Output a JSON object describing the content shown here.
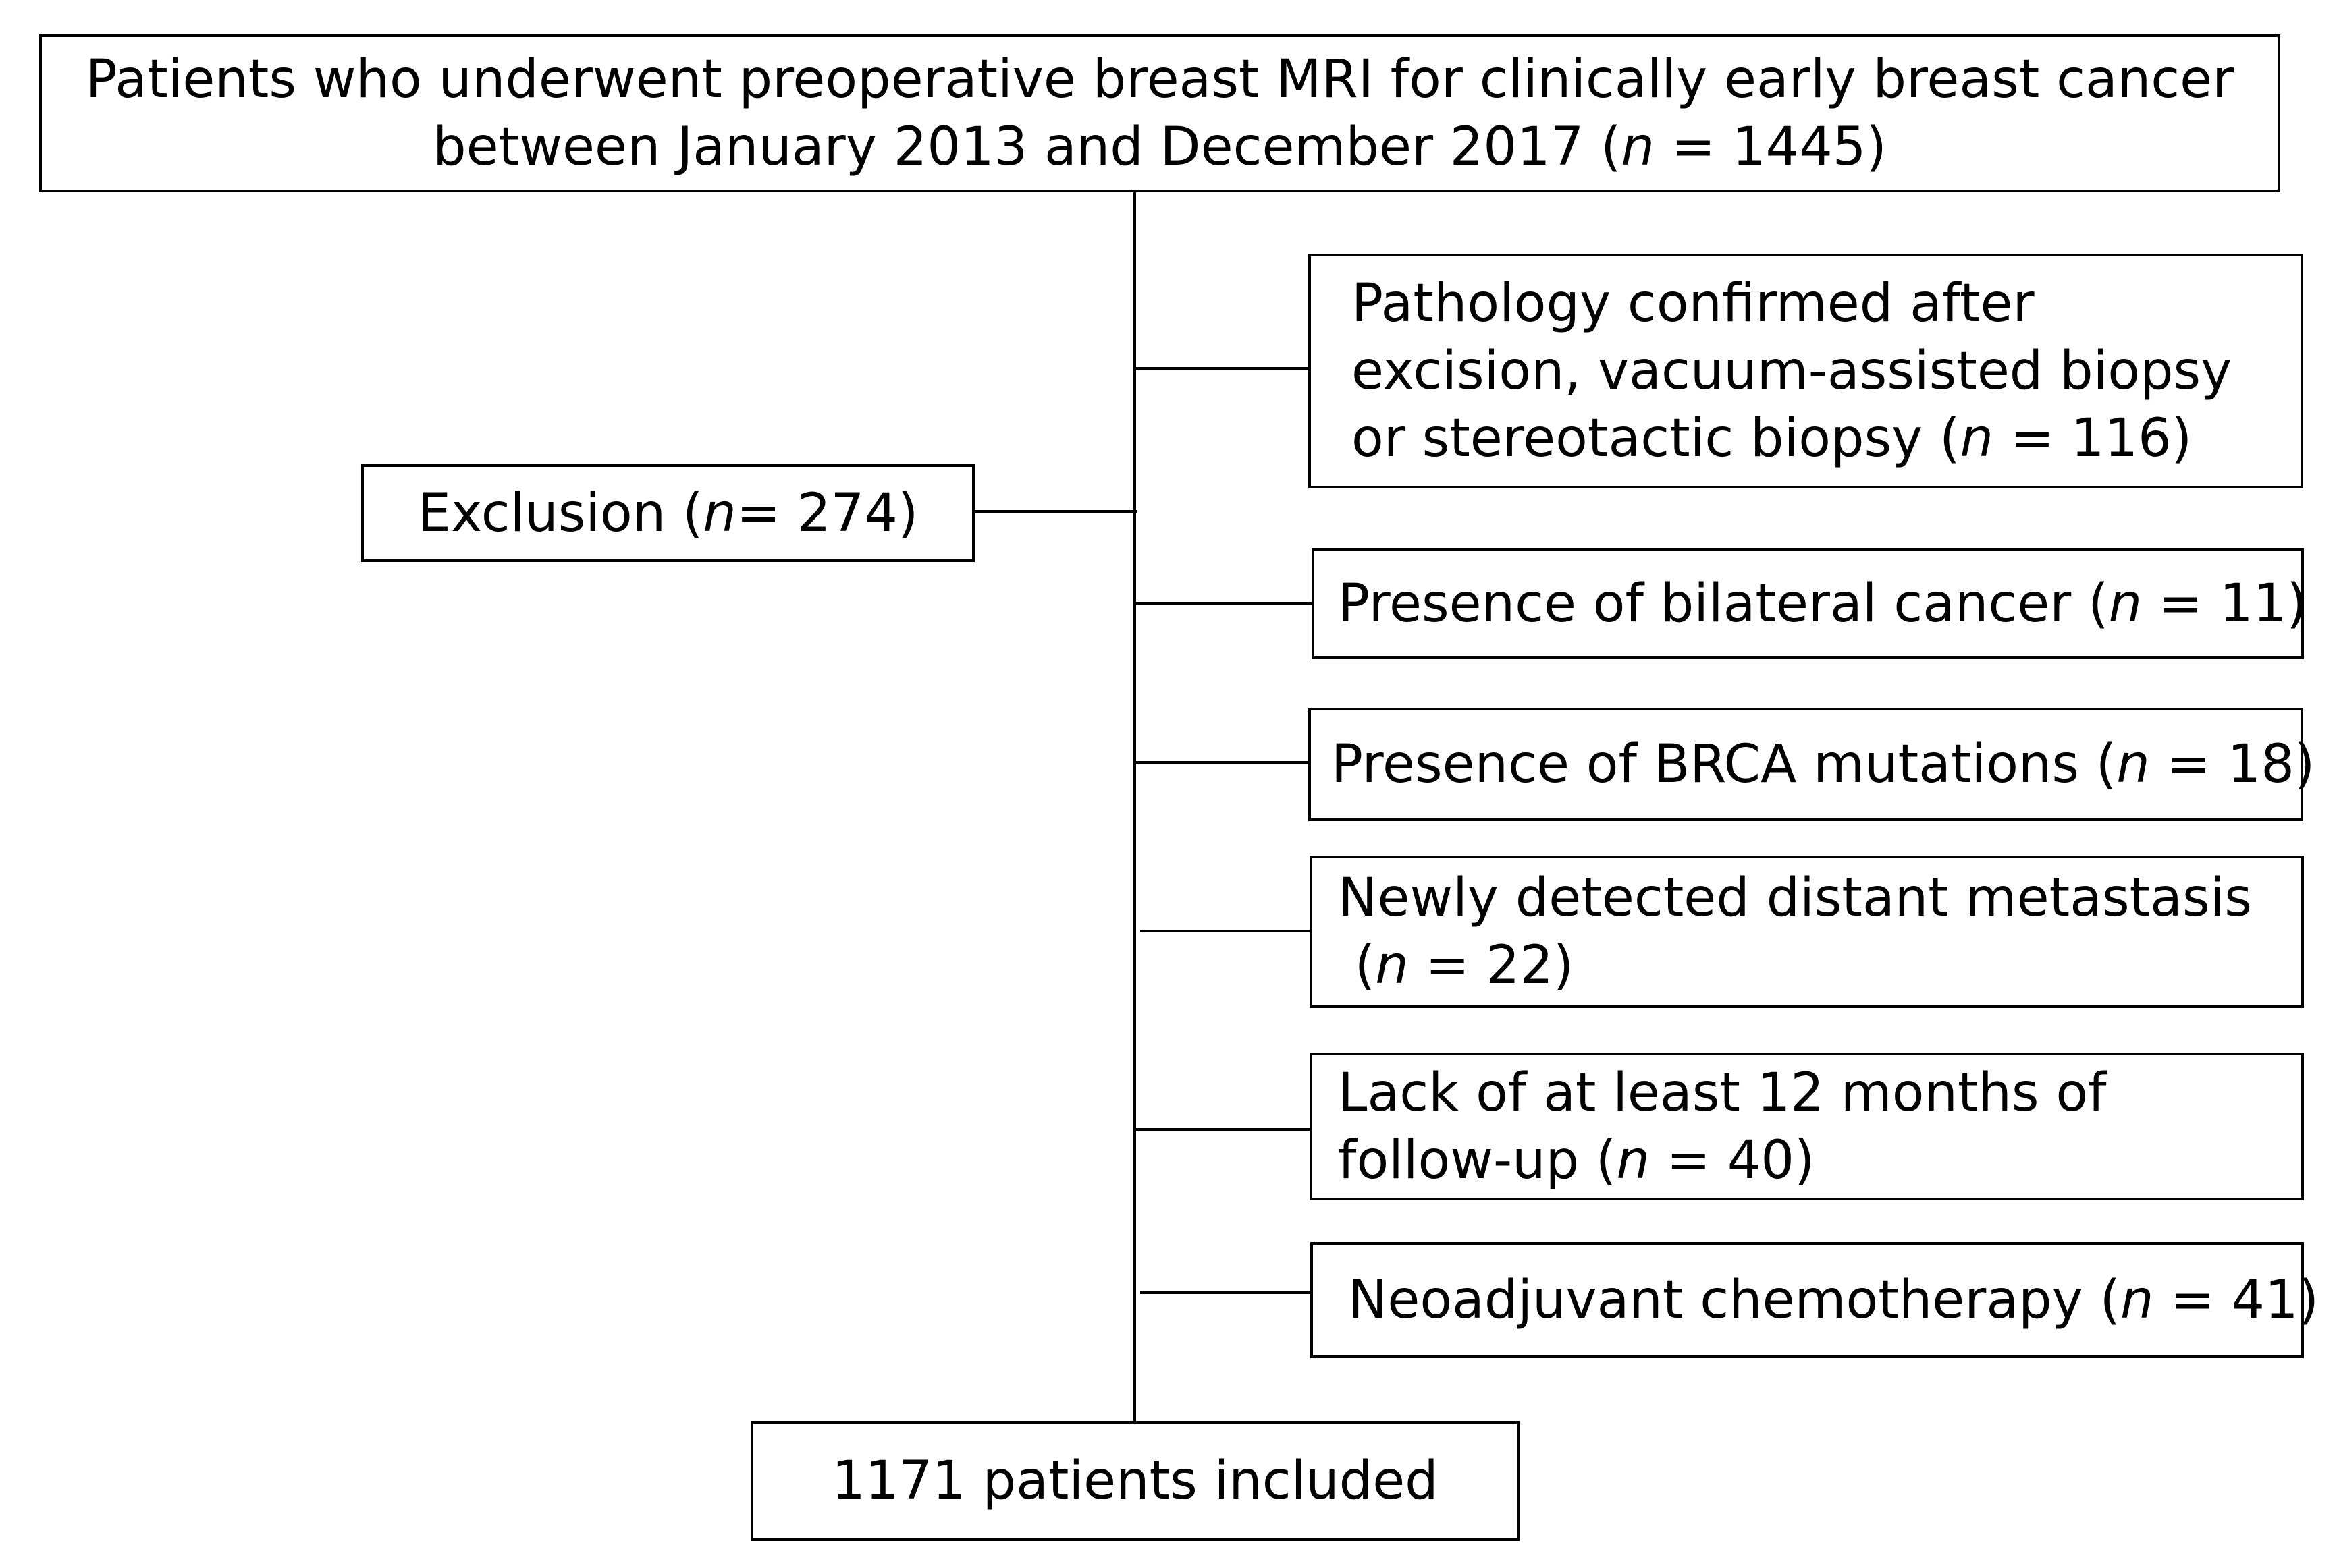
{
  "top_box": {
    "line1": "Patients who underwent preoperative breast MRI for clinically early breast cancer",
    "line2_pre": "between January 2013 and December 2017 (",
    "line2_n": "n",
    "line2_post": " = 1445)"
  },
  "exclusion_box": {
    "pre": "Exclusion (",
    "n": "n",
    "post": "= 274)"
  },
  "pathology_box": {
    "line1": "Pathology confirmed after",
    "line2": "excision, vacuum-assisted biopsy",
    "line3_pre": "or stereotactic biopsy (",
    "line3_n": "n",
    "line3_post": " = 116)"
  },
  "bilateral_box": {
    "pre": "Presence of bilateral cancer (",
    "n": "n",
    "post": " = 11)"
  },
  "brca_box": {
    "pre": "Presence of BRCA mutations (",
    "n": "n",
    "post": " = 18)"
  },
  "metastasis_box": {
    "line1": "Newly detected distant metastasis",
    "line2_pre": " (",
    "line2_n": "n",
    "line2_post": " = 22)"
  },
  "followup_box": {
    "line1": "Lack of at least 12 months of",
    "line2_pre": "follow-up (",
    "line2_n": "n",
    "line2_post": " = 40)"
  },
  "neoadjuvant_box": {
    "pre": "Neoadjuvant chemotherapy (",
    "n": "n",
    "post": " = 41)"
  },
  "included_box": {
    "text": "1171 patients included"
  }
}
